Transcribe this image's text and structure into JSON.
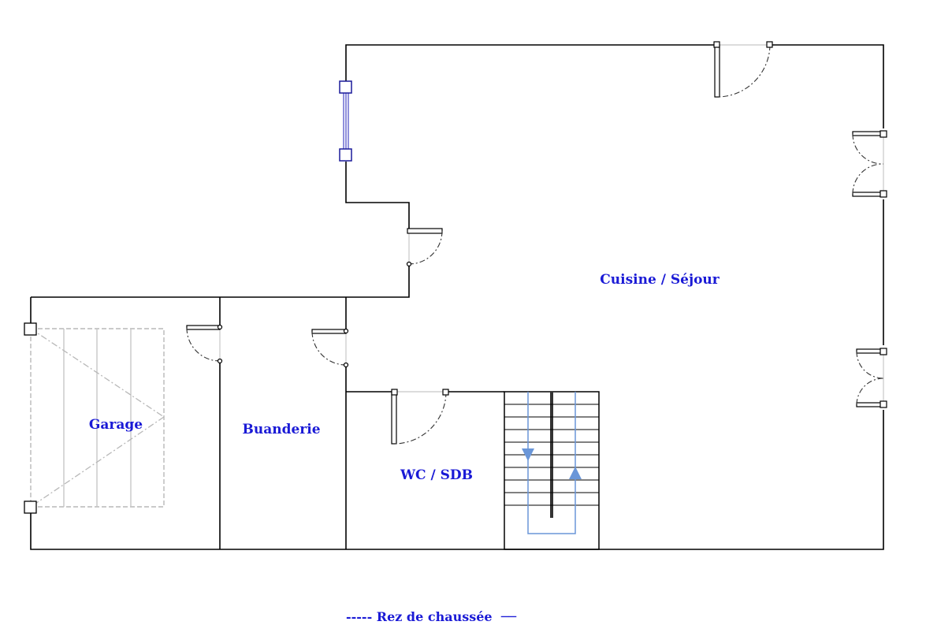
{
  "rooms": {
    "kitchen": "Cuisine / Séjour",
    "garage": "Garage",
    "laundry": "Buanderie",
    "bathroom": "WC / SDB"
  },
  "caption": "----- Rez de chaussée  ──",
  "colors": {
    "label": "#1a1ad6",
    "window": "#6a6ad0",
    "stair_path": "#6a96d8",
    "garage_door": "#b8b8b8"
  }
}
